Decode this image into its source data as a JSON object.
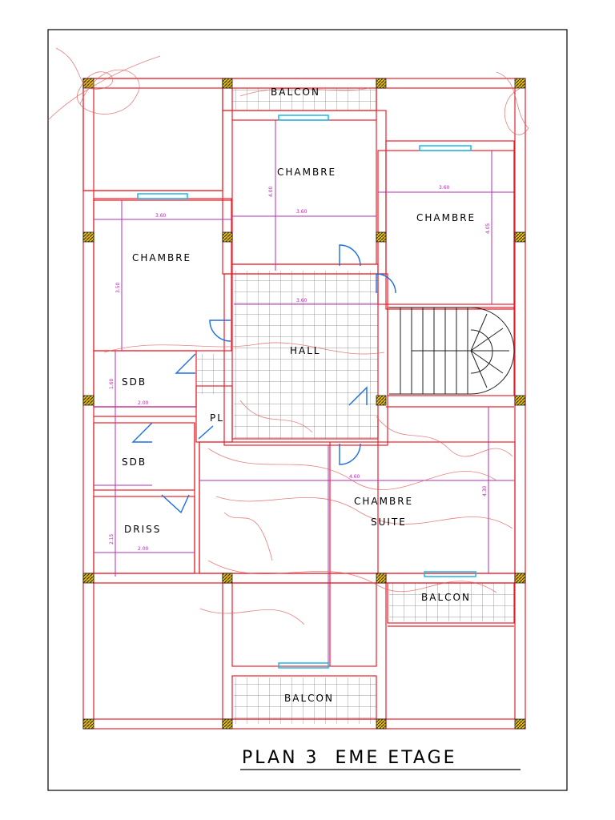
{
  "drawing": {
    "title": "PLAN 3  EME ETAGE",
    "rooms": {
      "balcon_top": "BALCON",
      "chambre_top": "CHAMBRE",
      "chambre_right": "CHAMBRE",
      "chambre_left": "CHAMBRE",
      "hall": "HALL",
      "sdb_1": "SDB",
      "sdb_2": "SDB",
      "pl": "PL",
      "driss": "DRISS",
      "chambre_suite_1": "CHAMBRE",
      "chambre_suite_2": "SUITE",
      "balcon_right": "BALCON",
      "balcon_bottom": "BALCON"
    },
    "dimensions": {
      "d_left_width": "3.60",
      "d_top_width": "3.60",
      "d_right_width": "3.60",
      "d_hall_width": "3.60",
      "d_sdb1_width": "2.00",
      "d_driss_width": "2.00",
      "d_suite_width": "4.60",
      "d_top_height": "4.00",
      "d_left_height": "3.50",
      "d_right_height": "4.05",
      "d_sdb_height": "1.60",
      "d_driss_height": "2.15",
      "d_suite_height": "4.30"
    },
    "colors": {
      "wall": "#e8202a",
      "dimension": "#b22fb2",
      "window": "#19b8e8",
      "door": "#1a6fe0",
      "column": "#3a3a3a",
      "sketch": "#e26060"
    }
  }
}
